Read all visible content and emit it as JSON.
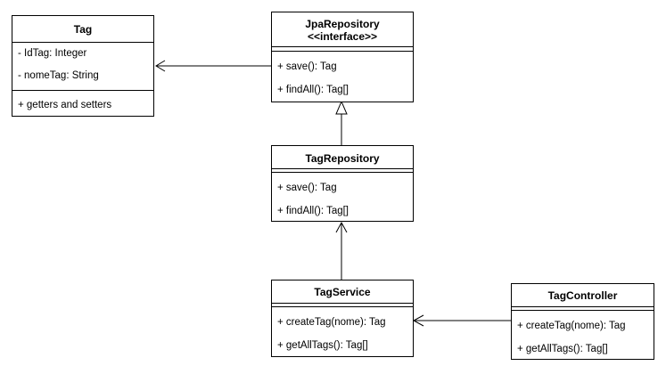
{
  "classes": {
    "tag": {
      "name": "Tag",
      "attributes": [
        "- IdTag: Integer",
        "- nomeTag: String"
      ],
      "methods": [
        "+ getters and setters"
      ]
    },
    "jpa_repository": {
      "name": "JpaRepository",
      "stereotype": "<<interface>>",
      "methods": [
        "+ save(): Tag",
        "+ findAll(): Tag[]"
      ]
    },
    "tag_repository": {
      "name": "TagRepository",
      "methods": [
        "+ save(): Tag",
        "+ findAll(): Tag[]"
      ]
    },
    "tag_service": {
      "name": "TagService",
      "methods": [
        "+ createTag(nome): Tag",
        "+ getAllTags(): Tag[]"
      ]
    },
    "tag_controller": {
      "name": "TagController",
      "methods": [
        "+ createTag(nome): Tag",
        "+ getAllTags(): Tag[]"
      ]
    }
  }
}
